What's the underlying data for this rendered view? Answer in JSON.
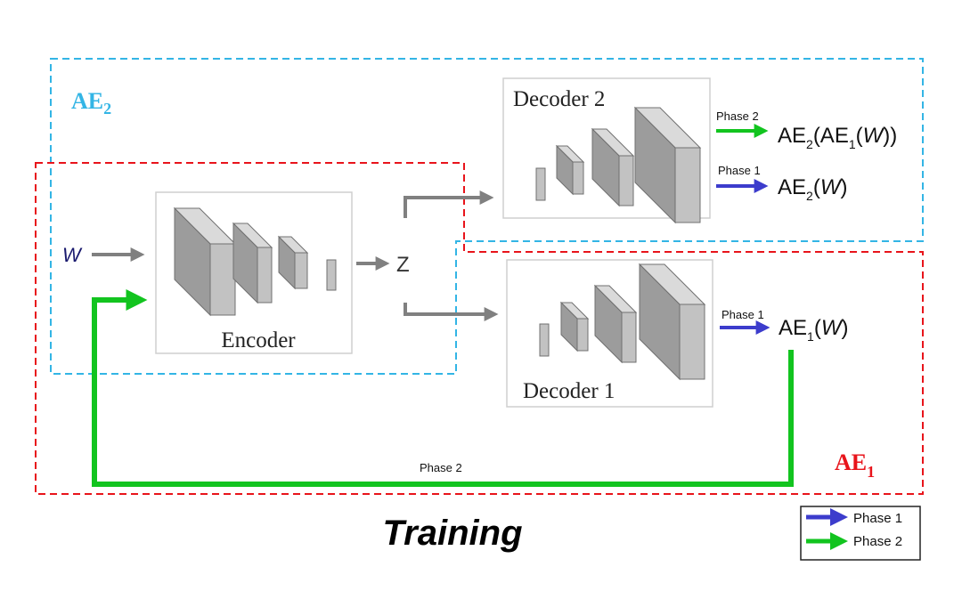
{
  "ae2_region": {
    "label_main": "AE",
    "label_sub": "2",
    "color": "#33b5e5"
  },
  "ae1_region": {
    "label_main": "AE",
    "label_sub": "1",
    "color": "#e8141b"
  },
  "input": {
    "label": "W"
  },
  "latent": {
    "label": "Z"
  },
  "encoder": {
    "label": "Encoder"
  },
  "decoder1": {
    "label": "Decoder 1"
  },
  "decoder2": {
    "label": "Decoder 2"
  },
  "outputs": {
    "dec2_phase2": {
      "arrow_label": "Phase 2",
      "text_pre": "AE",
      "sub1": "2",
      "text_mid": "(AE",
      "sub2": "1",
      "text_paren": "(",
      "text_w": "W",
      "text_post": "))"
    },
    "dec2_phase1": {
      "arrow_label": "Phase 1",
      "text_pre": "AE",
      "sub1": "2",
      "text_paren": "(",
      "text_w": "W",
      "text_post": ")"
    },
    "dec1_phase1": {
      "arrow_label": "Phase 1",
      "text_pre": "AE",
      "sub1": "1",
      "text_paren": "(",
      "text_w": "W",
      "text_post": ")"
    }
  },
  "feedback": {
    "label": "Phase 2"
  },
  "title": "Training",
  "legend": {
    "items": [
      {
        "label": "Phase 1",
        "color": "#3c3ccc"
      },
      {
        "label": "Phase 2",
        "color": "#12c41f"
      }
    ]
  },
  "colors": {
    "phase1": "#3c3ccc",
    "phase2": "#12c41f",
    "flow": "#808080",
    "block_front": "#c2c2c2",
    "block_side": "#9c9c9c",
    "block_top": "#dadada",
    "block_stroke": "#707070"
  }
}
